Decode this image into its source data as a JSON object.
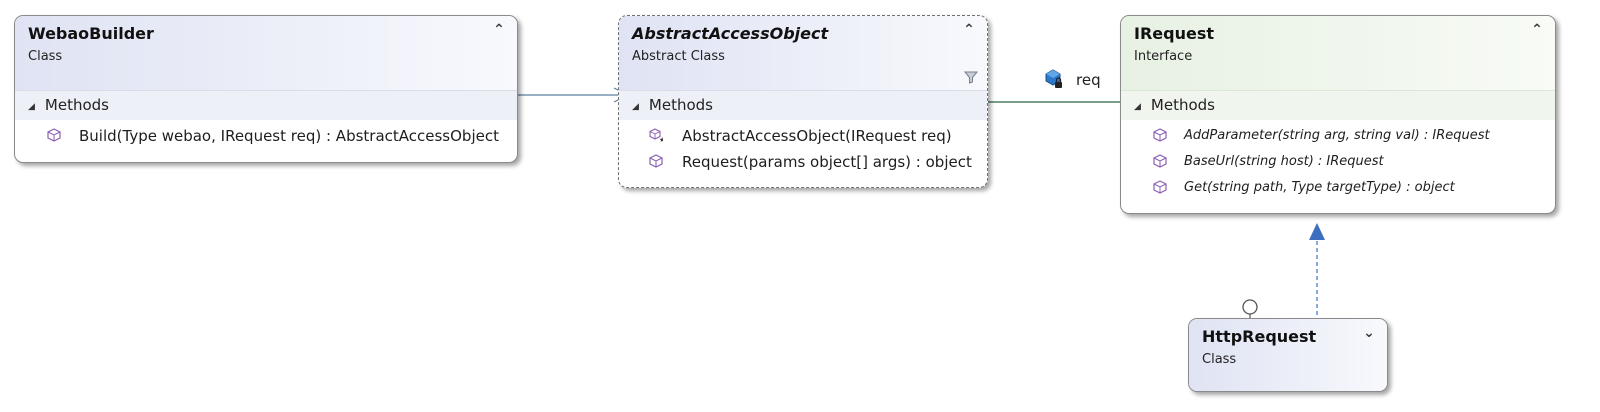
{
  "diagram": {
    "nodes": {
      "webao_builder": {
        "name": "WebaoBuilder",
        "kind": "Class",
        "section": "Methods",
        "members": [
          "Build(Type webao, IRequest req) : AbstractAccessObject"
        ]
      },
      "abstract_access_object": {
        "name": "AbstractAccessObject",
        "kind": "Abstract Class",
        "section": "Methods",
        "members": [
          "AbstractAccessObject(IRequest req)",
          "Request(params object[] args) : object"
        ]
      },
      "irequest": {
        "name": "IRequest",
        "kind": "Interface",
        "section": "Methods",
        "members": [
          "AddParameter(string arg, string val) : IRequest",
          "BaseUrl(string host) : IRequest",
          "Get(string path, Type targetType) : object"
        ]
      },
      "http_request": {
        "name": "HttpRequest",
        "kind": "Class"
      }
    },
    "association_label": "req",
    "icons": {
      "collapse": "double-chevron-up-icon",
      "expand": "double-chevron-down-icon",
      "method": "method-cube-icon",
      "constructor": "constructor-cube-icon",
      "filter": "filter-icon",
      "field": "private-field-icon"
    },
    "colors": {
      "class_header": "#dfe3f3",
      "interface_header": "#e7f1e3",
      "connector_dependency": "#5a7fa0",
      "connector_association": "#4d7d62",
      "connector_realization": "#3c6fbf",
      "method_icon": "#8b5fb3"
    }
  }
}
